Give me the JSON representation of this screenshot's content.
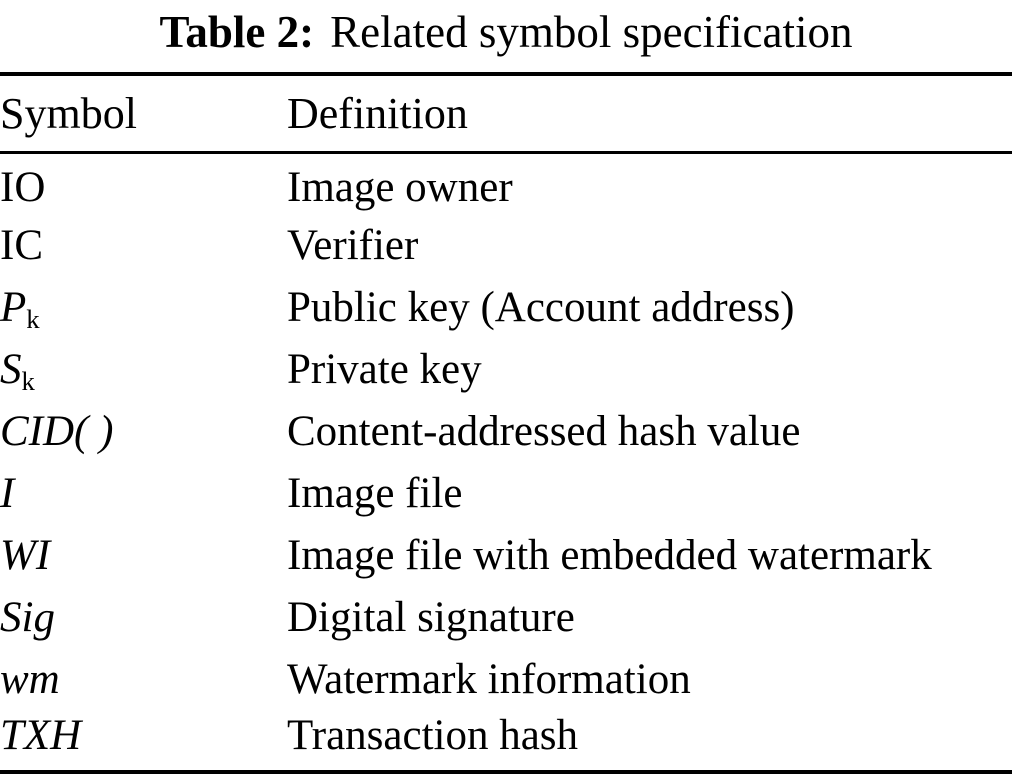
{
  "caption": {
    "label": "Table 2:",
    "text": "Related symbol specification"
  },
  "table": {
    "columns": [
      "Symbol",
      "Definition"
    ],
    "rows": [
      {
        "symbol": "IO",
        "sub": "",
        "style": "roman",
        "definition": "Image owner"
      },
      {
        "symbol": "IC",
        "sub": "",
        "style": "roman",
        "definition": "Verifier"
      },
      {
        "symbol": "P",
        "sub": "k",
        "style": "italic",
        "definition": "Public key (Account address)"
      },
      {
        "symbol": "S",
        "sub": "k",
        "style": "italic",
        "definition": "Private key"
      },
      {
        "symbol": "CID( )",
        "sub": "",
        "style": "italic",
        "definition": "Content-addressed hash value"
      },
      {
        "symbol": "I",
        "sub": "",
        "style": "italic",
        "definition": "Image file"
      },
      {
        "symbol": "WI",
        "sub": "",
        "style": "italic",
        "definition": "Image file with embedded watermark"
      },
      {
        "symbol": "Sig",
        "sub": "",
        "style": "italic",
        "definition": "Digital signature"
      },
      {
        "symbol": "wm",
        "sub": "",
        "style": "italic",
        "definition": "Watermark information"
      },
      {
        "symbol": "TXH",
        "sub": "",
        "style": "italic",
        "definition": "Transaction hash"
      }
    ]
  }
}
